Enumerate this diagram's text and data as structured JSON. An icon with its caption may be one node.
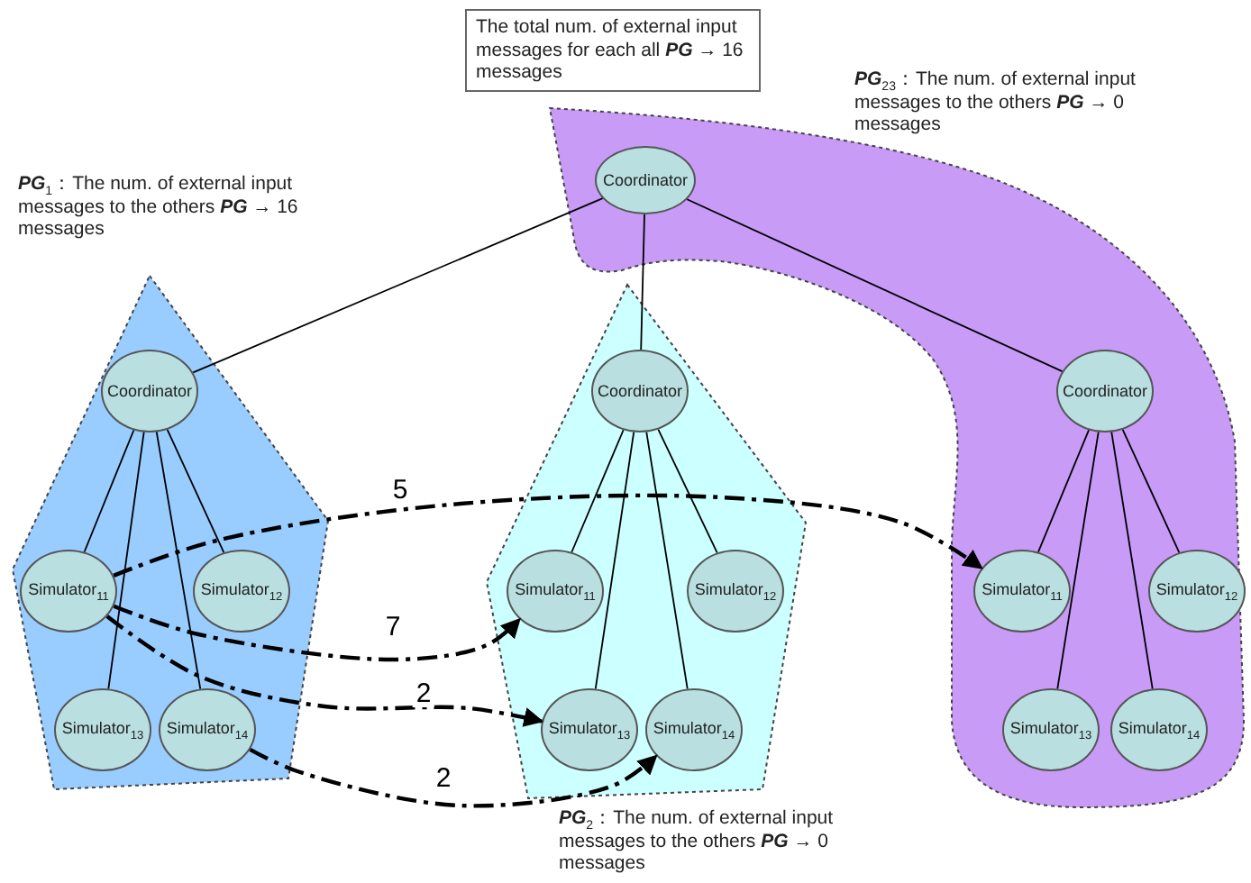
{
  "diagram": {
    "nodes": [
      {
        "text": [
          "The total num. of external input messages for each all *PG* → 16 messages"
        ]
      },
      {
        "text": [
          "*PG*$_{23}$：The num. of external input messages to the others *PG* → 0 messages"
        ]
      },
      {
        "text": [
          "Coordinator"
        ],
        "in": 1
      },
      {
        "text": [
          "*PG*$_{1}$：The num. of external input messages to the others *PG* → 16 messages"
        ]
      },
      {
        "text": [
          "Coordinator"
        ],
        "in": 3
      },
      {
        "text": [
          "Simulator$_{11}$"
        ],
        "in": 3
      },
      {
        "text": [
          "Simulator$_{12}$"
        ],
        "in": 3
      },
      {
        "text": [
          "Simulator$_{13}$"
        ],
        "in": 3
      },
      {
        "text": [
          "Simulator$_{14}$"
        ],
        "in": 3
      },
      {
        "text": [
          "*PG*$_{2}$：The num. of external input messages to the others *PG* → 0 messages"
        ]
      },
      {
        "text": [
          "Coordinator"
        ],
        "in": 9
      },
      {
        "text": [
          "Simulator$_{11}$"
        ],
        "in": 9
      },
      {
        "text": [
          "Simulator$_{12}$"
        ],
        "in": 9
      },
      {
        "text": [
          "Simulator$_{13}$"
        ],
        "in": 9
      },
      {
        "text": [
          "Simulator$_{14}$"
        ],
        "in": 9
      },
      {
        "text": [
          "Coordinator"
        ],
        "in": 1
      },
      {
        "text": [
          "Simulator$_{11}$"
        ],
        "in": 1
      },
      {
        "text": [
          "Simulator$_{12}$"
        ],
        "in": 1
      },
      {
        "text": [
          "Simulator$_{13}$"
        ],
        "in": 1
      },
      {
        "text": [
          "Simulator$_{14}$"
        ],
        "in": 1
      }
    ],
    "edges": [
      {
        "from": 2,
        "to": 4,
        "arrow": "none"
      },
      {
        "from": 2,
        "to": 10,
        "arrow": "none"
      },
      {
        "from": 2,
        "to": 15,
        "arrow": "none"
      },
      {
        "from": 4,
        "to": 5,
        "arrow": "none"
      },
      {
        "from": 4,
        "to": 6,
        "arrow": "none"
      },
      {
        "from": 4,
        "to": 7,
        "arrow": "none"
      },
      {
        "from": 4,
        "to": 8,
        "arrow": "none"
      },
      {
        "from": 10,
        "to": 11,
        "arrow": "none"
      },
      {
        "from": 10,
        "to": 12,
        "arrow": "none"
      },
      {
        "from": 10,
        "to": 13,
        "arrow": "none"
      },
      {
        "from": 10,
        "to": 14,
        "arrow": "none"
      },
      {
        "from": 15,
        "to": 16,
        "arrow": "none"
      },
      {
        "from": 15,
        "to": 17,
        "arrow": "none"
      },
      {
        "from": 15,
        "to": 18,
        "arrow": "none"
      },
      {
        "from": 15,
        "to": 19,
        "arrow": "none"
      },
      {
        "from": 5,
        "to": 16,
        "arrow": "to",
        "label": "5",
        "style": "dashed"
      },
      {
        "from": 5,
        "to": 11,
        "arrow": "to",
        "label": "7",
        "style": "dashed"
      },
      {
        "from": 5,
        "to": 13,
        "arrow": "to",
        "label": "2",
        "style": "dashed"
      },
      {
        "from": 8,
        "to": 14,
        "arrow": "to",
        "label": "2",
        "style": "dashed"
      }
    ]
  }
}
